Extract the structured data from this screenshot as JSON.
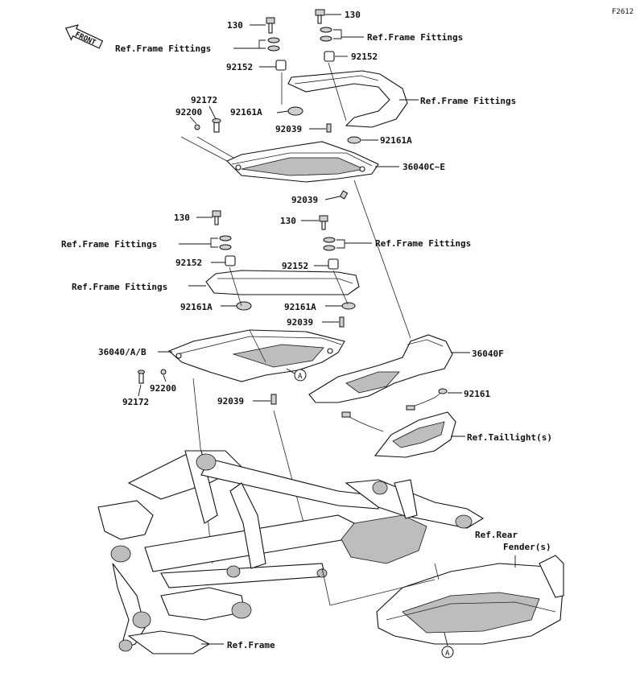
{
  "diagram_code": "F2612",
  "front_label": "FRONT",
  "labels": {
    "b130_top_left": "130",
    "b130_top_right": "130",
    "ref_ff_top_left": "Ref.Frame Fittings",
    "ref_ff_top_right": "Ref.Frame Fittings",
    "c92152_top_left": "92152",
    "c92152_top_right": "92152",
    "ref_ff_grip": "Ref.Frame Fittings",
    "d92172_top": "92172",
    "d92200_top": "92200",
    "d92161A_top_left": "92161A",
    "d92039_top": "92039",
    "d92161A_top_right": "92161A",
    "c36040C_E": "36040C~E",
    "d92039_mid": "92039",
    "b130_mid_left": "130",
    "b130_mid_right": "130",
    "ref_ff_mid_left": "Ref.Frame Fittings",
    "ref_ff_mid_right": "Ref.Frame Fittings",
    "c92152_mid_left": "92152",
    "c92152_mid_right": "92152",
    "ref_ff_bar": "Ref.Frame Fittings",
    "d92161A_mid_left": "92161A",
    "d92161A_mid_right": "92161A",
    "d92039_low": "92039",
    "c36040_A_B": "36040/A/B",
    "c36040F": "36040F",
    "d92200_low": "92200",
    "d92172_low": "92172",
    "d92161": "92161",
    "d92039_bottom": "92039",
    "ref_taillight": "Ref.Taillight(s)",
    "ref_rear_fender_1": "Ref.Rear",
    "ref_rear_fender_2": "Fender(s)",
    "ref_frame": "Ref.Frame",
    "marker_a_upper": "A",
    "marker_a_lower": "A"
  }
}
